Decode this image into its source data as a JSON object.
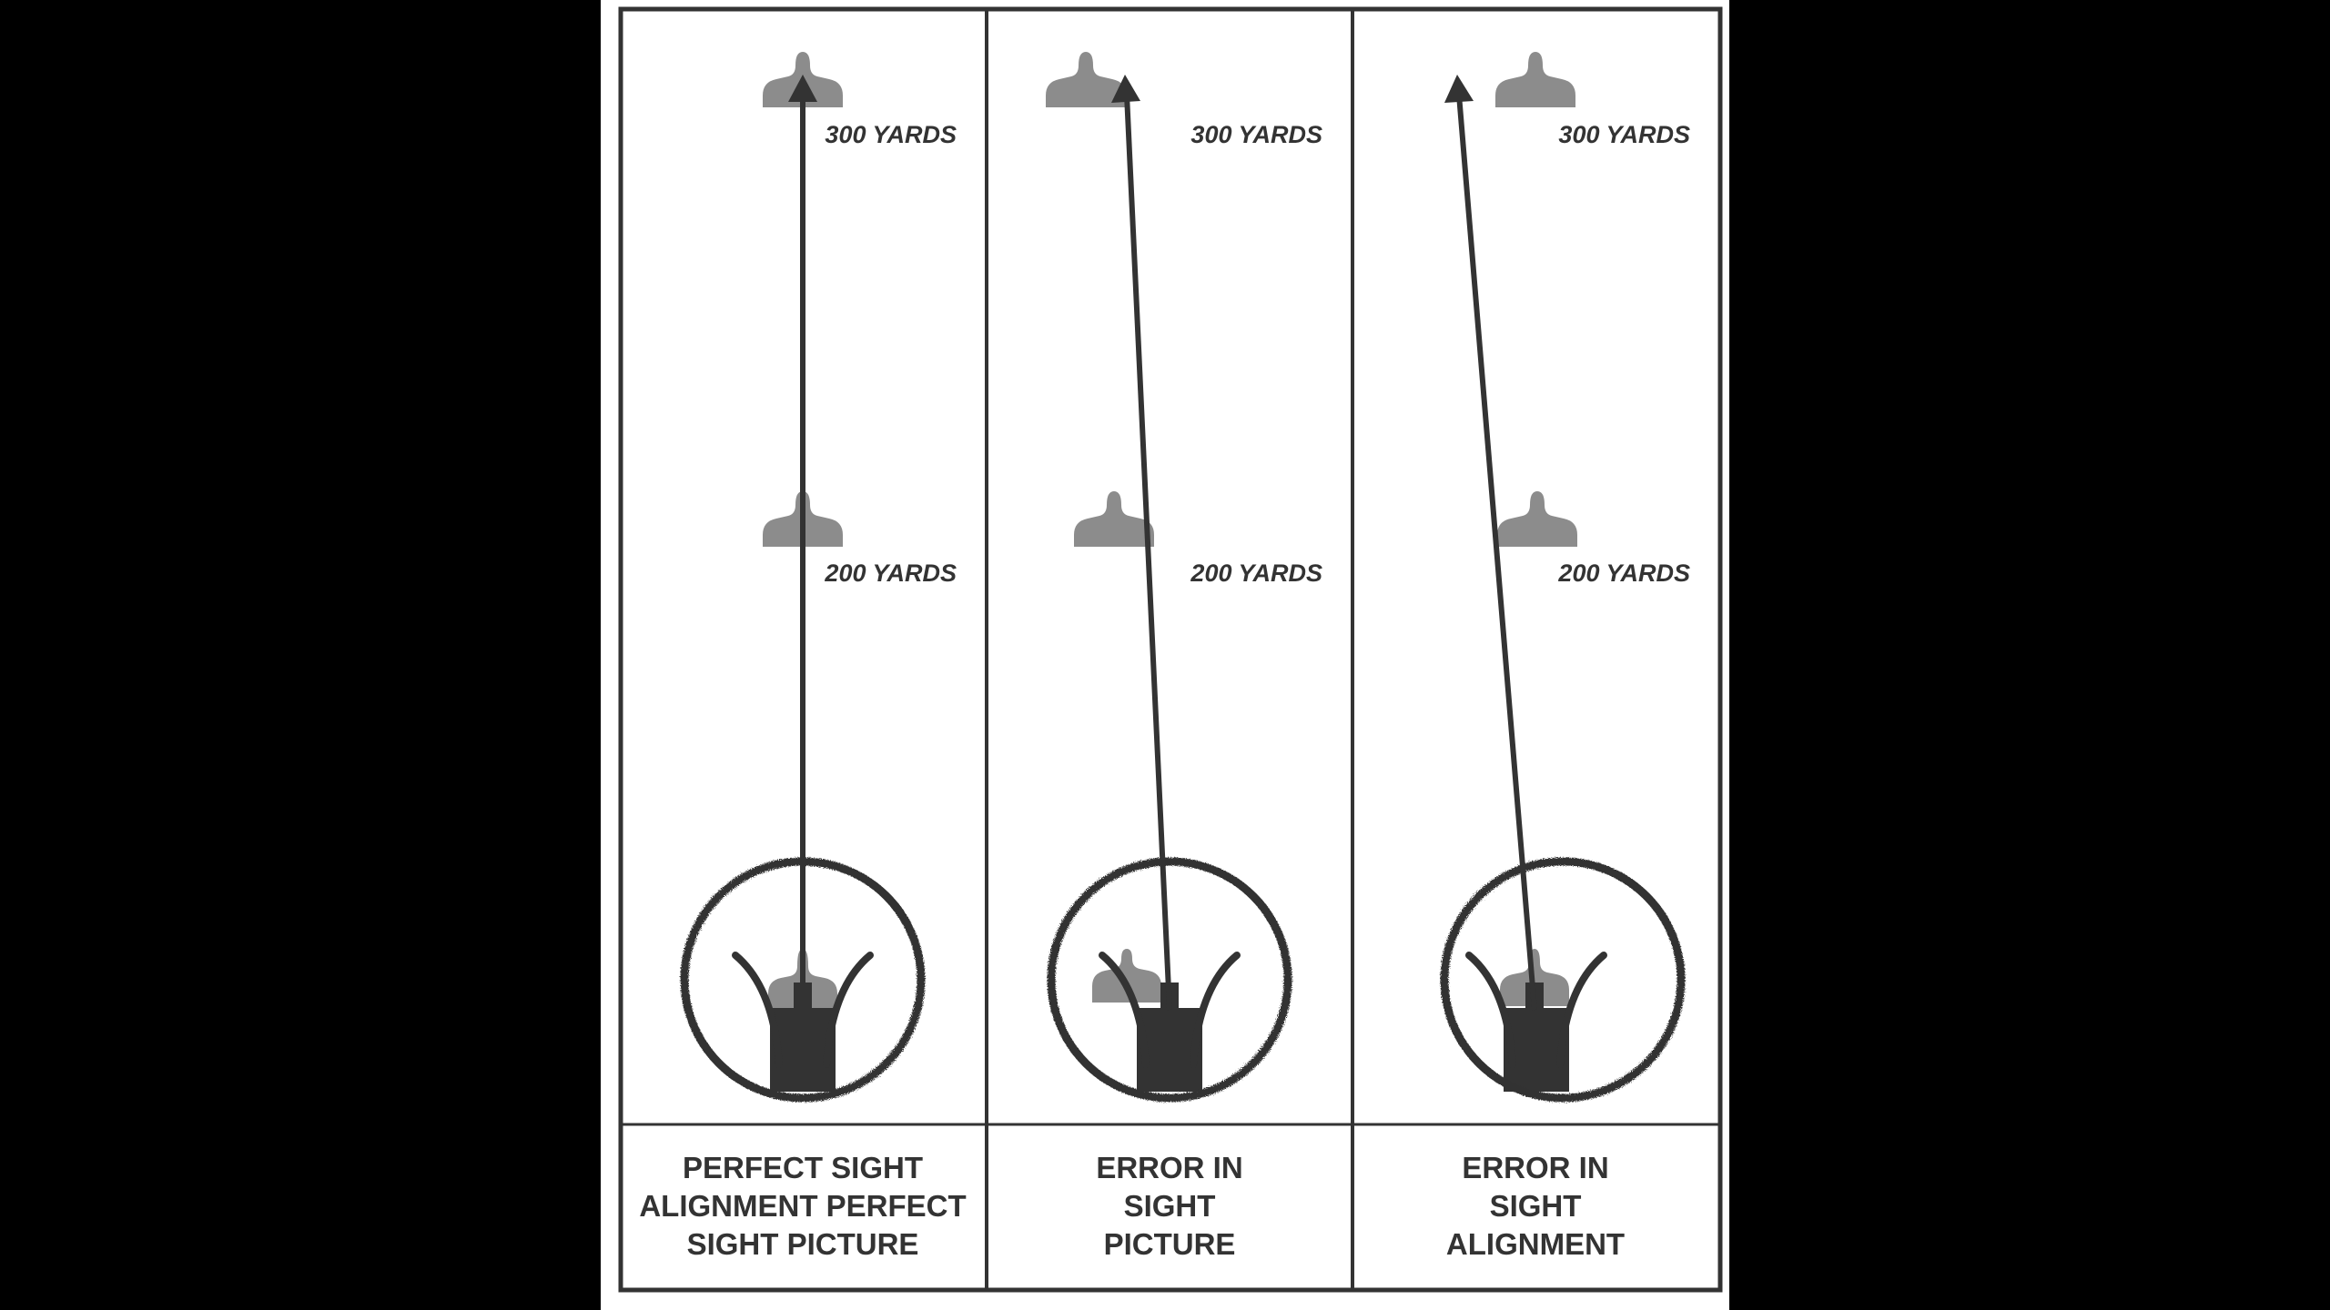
{
  "colors": {
    "backdrop": "#000000",
    "panel": "#ffffff",
    "ink": "#333333",
    "target": "#8c8c8c"
  },
  "panels": [
    {
      "yard_labels": [
        "300 YARDS",
        "200 YARDS"
      ],
      "caption_lines": [
        "PERFECT SIGHT",
        "ALIGNMENT PERFECT",
        "SIGHT PICTURE"
      ]
    },
    {
      "yard_labels": [
        "300 YARDS",
        "200 YARDS"
      ],
      "caption_lines": [
        "ERROR IN",
        "SIGHT",
        "PICTURE"
      ]
    },
    {
      "yard_labels": [
        "300 YARDS",
        "200 YARDS"
      ],
      "caption_lines": [
        "ERROR IN",
        "SIGHT",
        "ALIGNMENT"
      ]
    }
  ]
}
